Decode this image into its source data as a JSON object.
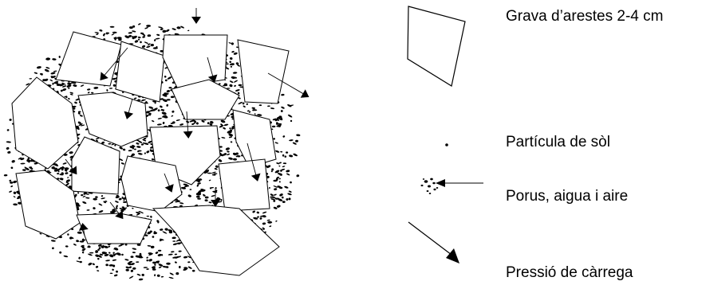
{
  "legend": {
    "items": [
      {
        "icon": "gravel-stone-icon",
        "label": "Grava d’arestes 2-4 cm"
      },
      {
        "icon": "soil-particle-icon",
        "label": "Partícula de sòl"
      },
      {
        "icon": "pore-icon",
        "label": "Porus, aigua i aire"
      },
      {
        "icon": "load-pressure-arrow-icon",
        "label": "Pressió de càrrega"
      }
    ]
  },
  "colors": {
    "ink": "#000000",
    "background": "#ffffff"
  }
}
